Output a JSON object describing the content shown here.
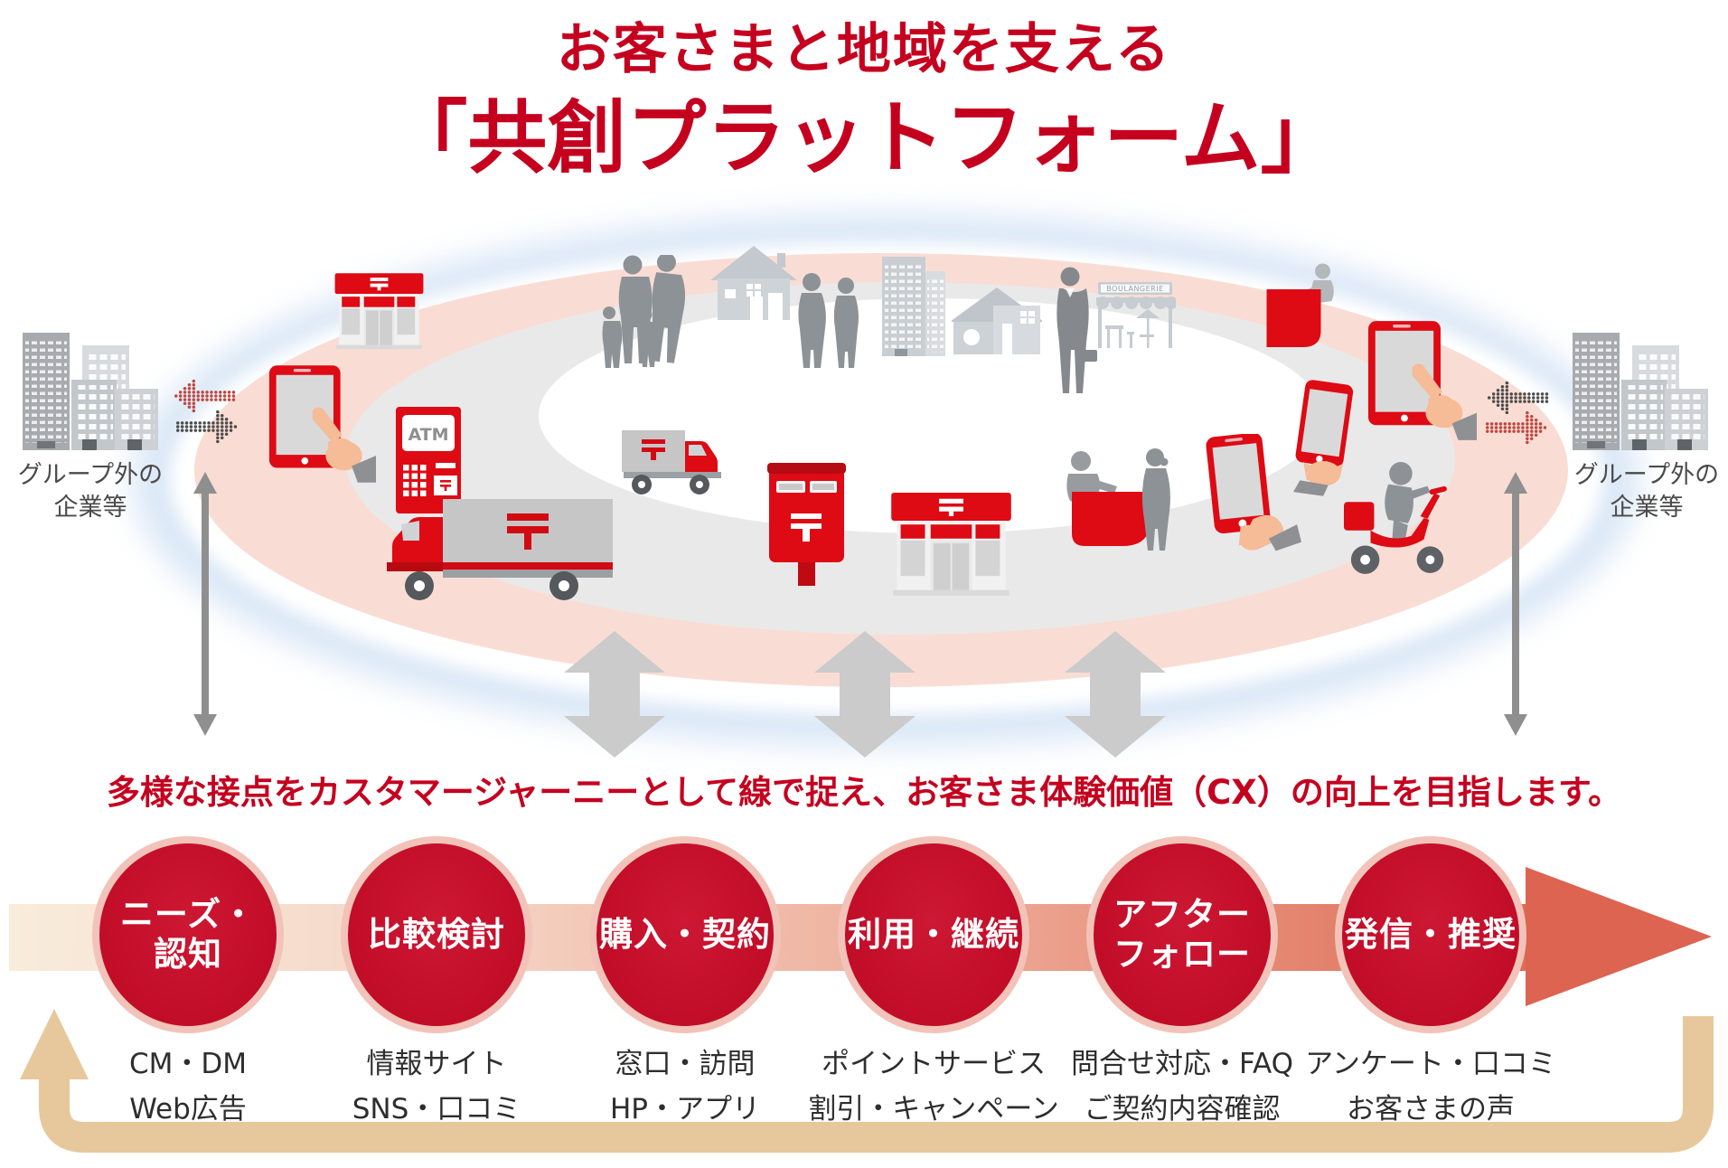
{
  "title": {
    "line1": "お客さまと地域を支える",
    "line2": "「共創プラットフォーム」"
  },
  "platform": {
    "outside_label_lines": [
      "グループ外の",
      "企業等"
    ],
    "icon_texts": {
      "atm": "ATM",
      "bakery_sign": "BOULANGERIE",
      "postal_mark": "〒"
    }
  },
  "cx_statement": "多様な接点をカスタマージャーニーとして線で捉え、お客さま体験価値（CX）の向上を目指します。",
  "journey": {
    "stages": [
      {
        "label_lines": [
          "ニーズ・",
          "認知"
        ],
        "sub_lines": [
          "CM・DM",
          "Web広告"
        ]
      },
      {
        "label_lines": [
          "比較検討"
        ],
        "sub_lines": [
          "情報サイト",
          "SNS・口コミ"
        ]
      },
      {
        "label_lines": [
          "購入・契約"
        ],
        "sub_lines": [
          "窓口・訪問",
          "HP・アプリ"
        ]
      },
      {
        "label_lines": [
          "利用・継続"
        ],
        "sub_lines": [
          "ポイントサービス",
          "割引・キャンペーン"
        ]
      },
      {
        "label_lines": [
          "アフター",
          "フォロー"
        ],
        "sub_lines": [
          "問合せ対応・FAQ",
          "ご契約内容確認"
        ]
      },
      {
        "label_lines": [
          "発信・推奨"
        ],
        "sub_lines": [
          "アンケート・口コミ",
          "お客さまの声"
        ]
      }
    ]
  },
  "colors": {
    "brand_red": "#c5001f",
    "icon_red": "#de0a14",
    "circle_red": "#c41230",
    "circle_rim": "#f2c3b9",
    "journey_band_start": "#f8ecdb",
    "journey_band_end": "#de6b55",
    "journey_arrow_head": "#dc6450",
    "loop_tan": "#e7c89c",
    "ring_pink": "#f9ddd4",
    "ring_gray": "#e9e9e9",
    "halo_blue": "#dbe8f7",
    "silhouette_gray": "#8d9296",
    "dot_red": "#c0463f",
    "dot_gray": "#4c4c4c"
  }
}
